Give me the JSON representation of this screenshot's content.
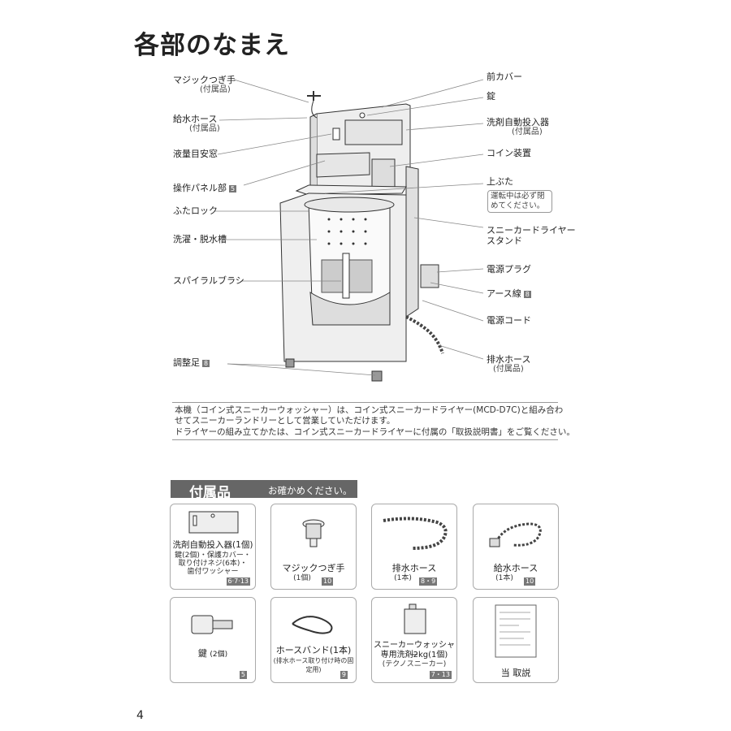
{
  "heading": "各部のなまえ",
  "labels_left": {
    "magic_joint": "マジックつぎ手",
    "magic_joint_sub": "(付属品)",
    "supply_hose": "給水ホース",
    "supply_hose_sub": "(付属品)",
    "level_window": "液量目安窓",
    "control_panel": "操作パネル部",
    "control_panel_ref": "5",
    "lid_lock": "ふたロック",
    "drum": "洗濯・脱水槽",
    "spiral_brush": "スパイラルブラシ",
    "adjust_foot": "調整足",
    "adjust_foot_ref": "8"
  },
  "labels_right": {
    "front_cover": "前カバー",
    "lock": "錠",
    "detergent_dispenser": "洗剤自動投入器",
    "detergent_dispenser_sub": "(付属品)",
    "coin_unit": "コイン装置",
    "top_lid": "上ぶた",
    "top_lid_note": "運転中は必ず閉めてください。",
    "dryer_stand_line1": "スニーカードライヤー",
    "dryer_stand_line2": "スタンド",
    "power_plug": "電源プラグ",
    "earth_wire": "アース線",
    "earth_wire_ref": "8",
    "power_cord": "電源コード",
    "drain_hose": "排水ホース",
    "drain_hose_sub": "(付属品)"
  },
  "note": {
    "line1": "本機（コイン式スニーカーウォッシャー）は、コイン式スニーカードライヤー(MCD-D7C)と組み合わ",
    "line2": "せてスニーカーランドリーとして営業していただけます。",
    "line3": "ドライヤーの組み立てかたは、コイン式スニーカードライヤーに付属の「取扱説明書」をご覧ください。"
  },
  "accessories": {
    "title": "付属品",
    "subtitle": "お確かめください。",
    "items": [
      {
        "name": "洗剤自動投入器(1個)",
        "detail1": "鍵(2個)・保護カバー・",
        "detail2": "取り付けネジ(6本)・",
        "detail3": "歯付ワッシャー",
        "ref": "6·7·13"
      },
      {
        "name": "マジックつぎ手",
        "qty": "(1個)",
        "ref": "10"
      },
      {
        "name": "排水ホース",
        "qty": "(1本)",
        "ref": "8・9"
      },
      {
        "name": "給水ホース",
        "qty": "(1本)",
        "ref": "10"
      },
      {
        "name": "鍵",
        "qty": "(2個)",
        "ref": "5"
      },
      {
        "name": "ホースバンド(1本)",
        "detail1": "(排水ホース取り付け時の固定用)",
        "ref": "9"
      },
      {
        "name": "スニーカーウォッシャー",
        "name2": "専用洗剤2kg(1個)",
        "detail1": "(テクノスニーカー)",
        "ref": "7・13"
      },
      {
        "name": "当 取説"
      }
    ]
  },
  "page_number": "4"
}
